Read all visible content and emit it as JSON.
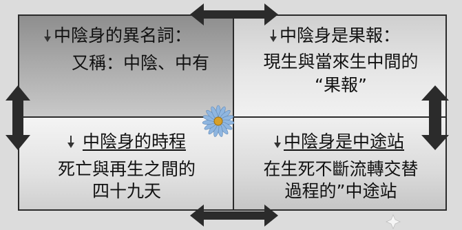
{
  "quadrants": {
    "top_left": {
      "heading": "中陰身的異名詞：",
      "lines": [
        "又稱：中陰、中有"
      ]
    },
    "top_right": {
      "heading": "中陰身是果報：",
      "lines": [
        "現生與當來生中間的",
        "“果報”"
      ]
    },
    "bottom_left": {
      "heading": "中陰身的時程",
      "lines": [
        "死亡與再生之間的",
        "四十九天"
      ]
    },
    "bottom_right": {
      "heading": "中陰身是中途站",
      "lines": [
        "在生死不斷流轉交替",
        "過程的”中途站"
      ]
    }
  },
  "colors": {
    "arrow": "#2b2b2b",
    "flower_petal": "#8fb6e0",
    "flower_center": "#d7a02a"
  },
  "icons": {
    "bullet": "down-arrow-bullet-icon",
    "arrows": "double-headed-arrow-icon",
    "center": "flower-icon"
  }
}
